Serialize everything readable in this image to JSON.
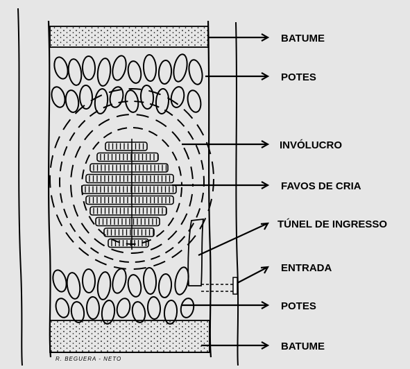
{
  "diagram": {
    "labels": [
      {
        "key": "batume_top",
        "text": "BATUME"
      },
      {
        "key": "potes_top",
        "text": "POTES"
      },
      {
        "key": "involucro",
        "text": "INVÓLUCRO"
      },
      {
        "key": "favos",
        "text": "FAVOS DE CRIA"
      },
      {
        "key": "tunel",
        "text": "TÚNEL DE INGRESSO"
      },
      {
        "key": "entrada",
        "text": "ENTRADA"
      },
      {
        "key": "potes_bottom",
        "text": "POTES"
      },
      {
        "key": "batume_bottom",
        "text": "BATUME"
      }
    ],
    "signature": "R. BEGUERA - NETO"
  },
  "colors": {
    "background": "#e6e6e6",
    "ink": "#000000"
  }
}
